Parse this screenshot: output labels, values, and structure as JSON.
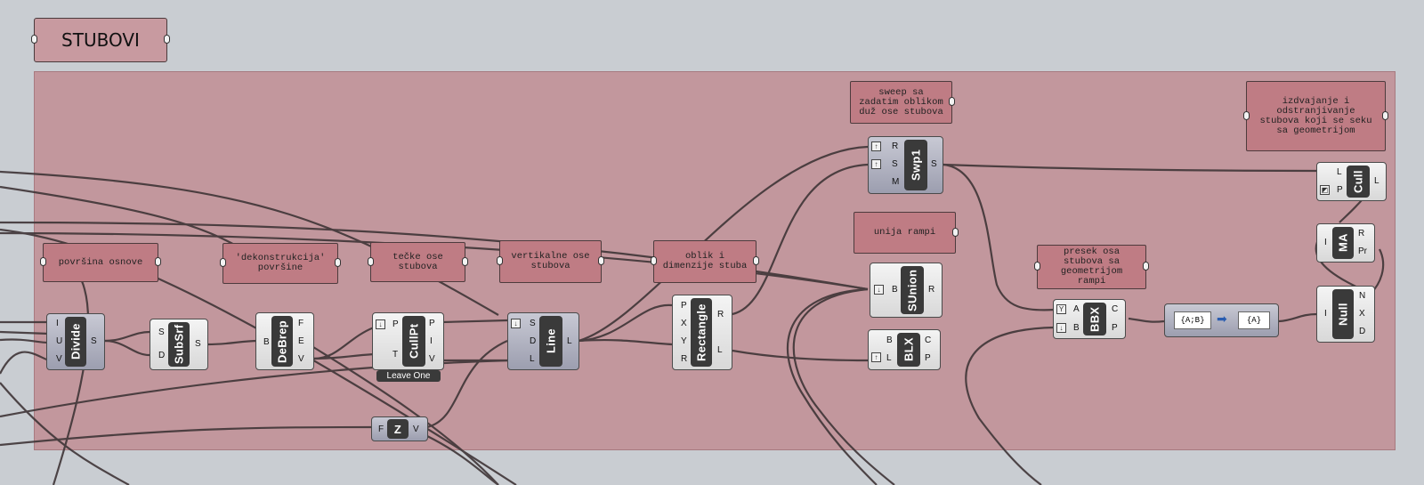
{
  "group_title": "STUBOVI",
  "panels": [
    {
      "text": "površina osnove"
    },
    {
      "text": "'dekonstrukcija'\npovršine"
    },
    {
      "text": "tečke ose\nstubova"
    },
    {
      "text": "vertikalne ose\nstubova"
    },
    {
      "text": "oblik i\ndimenzije stuba"
    },
    {
      "text": "sweep sa\nzadatim oblikom\nduž ose stubova"
    },
    {
      "text": "unija rampi"
    },
    {
      "text": "presek osa\nstubova sa\ngeometrijom\nrampi"
    },
    {
      "text": "izdvajanje i\nodstranjivanje\nstubova koji se seku\nsa geometrijom"
    }
  ],
  "components": {
    "divide": {
      "name": "Divide",
      "inputs": [
        "I",
        "U",
        "V"
      ],
      "outputs": [
        "S"
      ]
    },
    "subsrf": {
      "name": "SubSrf",
      "inputs": [
        "S",
        "D"
      ],
      "outputs": [
        "S"
      ]
    },
    "debrep": {
      "name": "DeBrep",
      "inputs": [
        "B"
      ],
      "outputs": [
        "F",
        "E",
        "V"
      ]
    },
    "cullpt": {
      "name": "CullPt",
      "inputs": [
        "P",
        "T"
      ],
      "outputs": [
        "P",
        "I",
        "V"
      ],
      "tag": "Leave One"
    },
    "z": {
      "name": "Z",
      "inputs": [
        "F"
      ],
      "outputs": [
        "V"
      ]
    },
    "line": {
      "name": "Line",
      "inputs": [
        "S",
        "D",
        "L"
      ],
      "outputs": [
        "L"
      ]
    },
    "rectangle": {
      "name": "Rectangle",
      "inputs": [
        "P",
        "X",
        "Y",
        "R"
      ],
      "outputs": [
        "R",
        "L"
      ]
    },
    "swp1": {
      "name": "Swp1",
      "inputs": [
        "R",
        "S",
        "M"
      ],
      "outputs": [
        "S"
      ]
    },
    "sunion": {
      "name": "SUnion",
      "inputs": [
        "B"
      ],
      "outputs": [
        "R"
      ]
    },
    "blx": {
      "name": "BLX",
      "inputs": [
        "B",
        "L"
      ],
      "outputs": [
        "C",
        "P"
      ]
    },
    "bbx": {
      "name": "BBX",
      "inputs": [
        "A",
        "B"
      ],
      "outputs": [
        "C",
        "P"
      ]
    },
    "relay": {
      "left": "{A;B}",
      "right": "{A}"
    },
    "cull": {
      "name": "Cull",
      "inputs": [
        "L",
        "P"
      ],
      "outputs": [
        "L"
      ]
    },
    "ma": {
      "name": "MA",
      "inputs": [
        "I"
      ],
      "outputs": [
        "R",
        "Pr"
      ]
    },
    "null": {
      "name": "Null",
      "inputs": [
        "I"
      ],
      "outputs": [
        "N",
        "X",
        "D"
      ]
    }
  },
  "colors": {
    "canvas": "#c9cdd2",
    "group": "#c2979d",
    "panel": "#bf7c84",
    "wire": "#3f3537"
  }
}
